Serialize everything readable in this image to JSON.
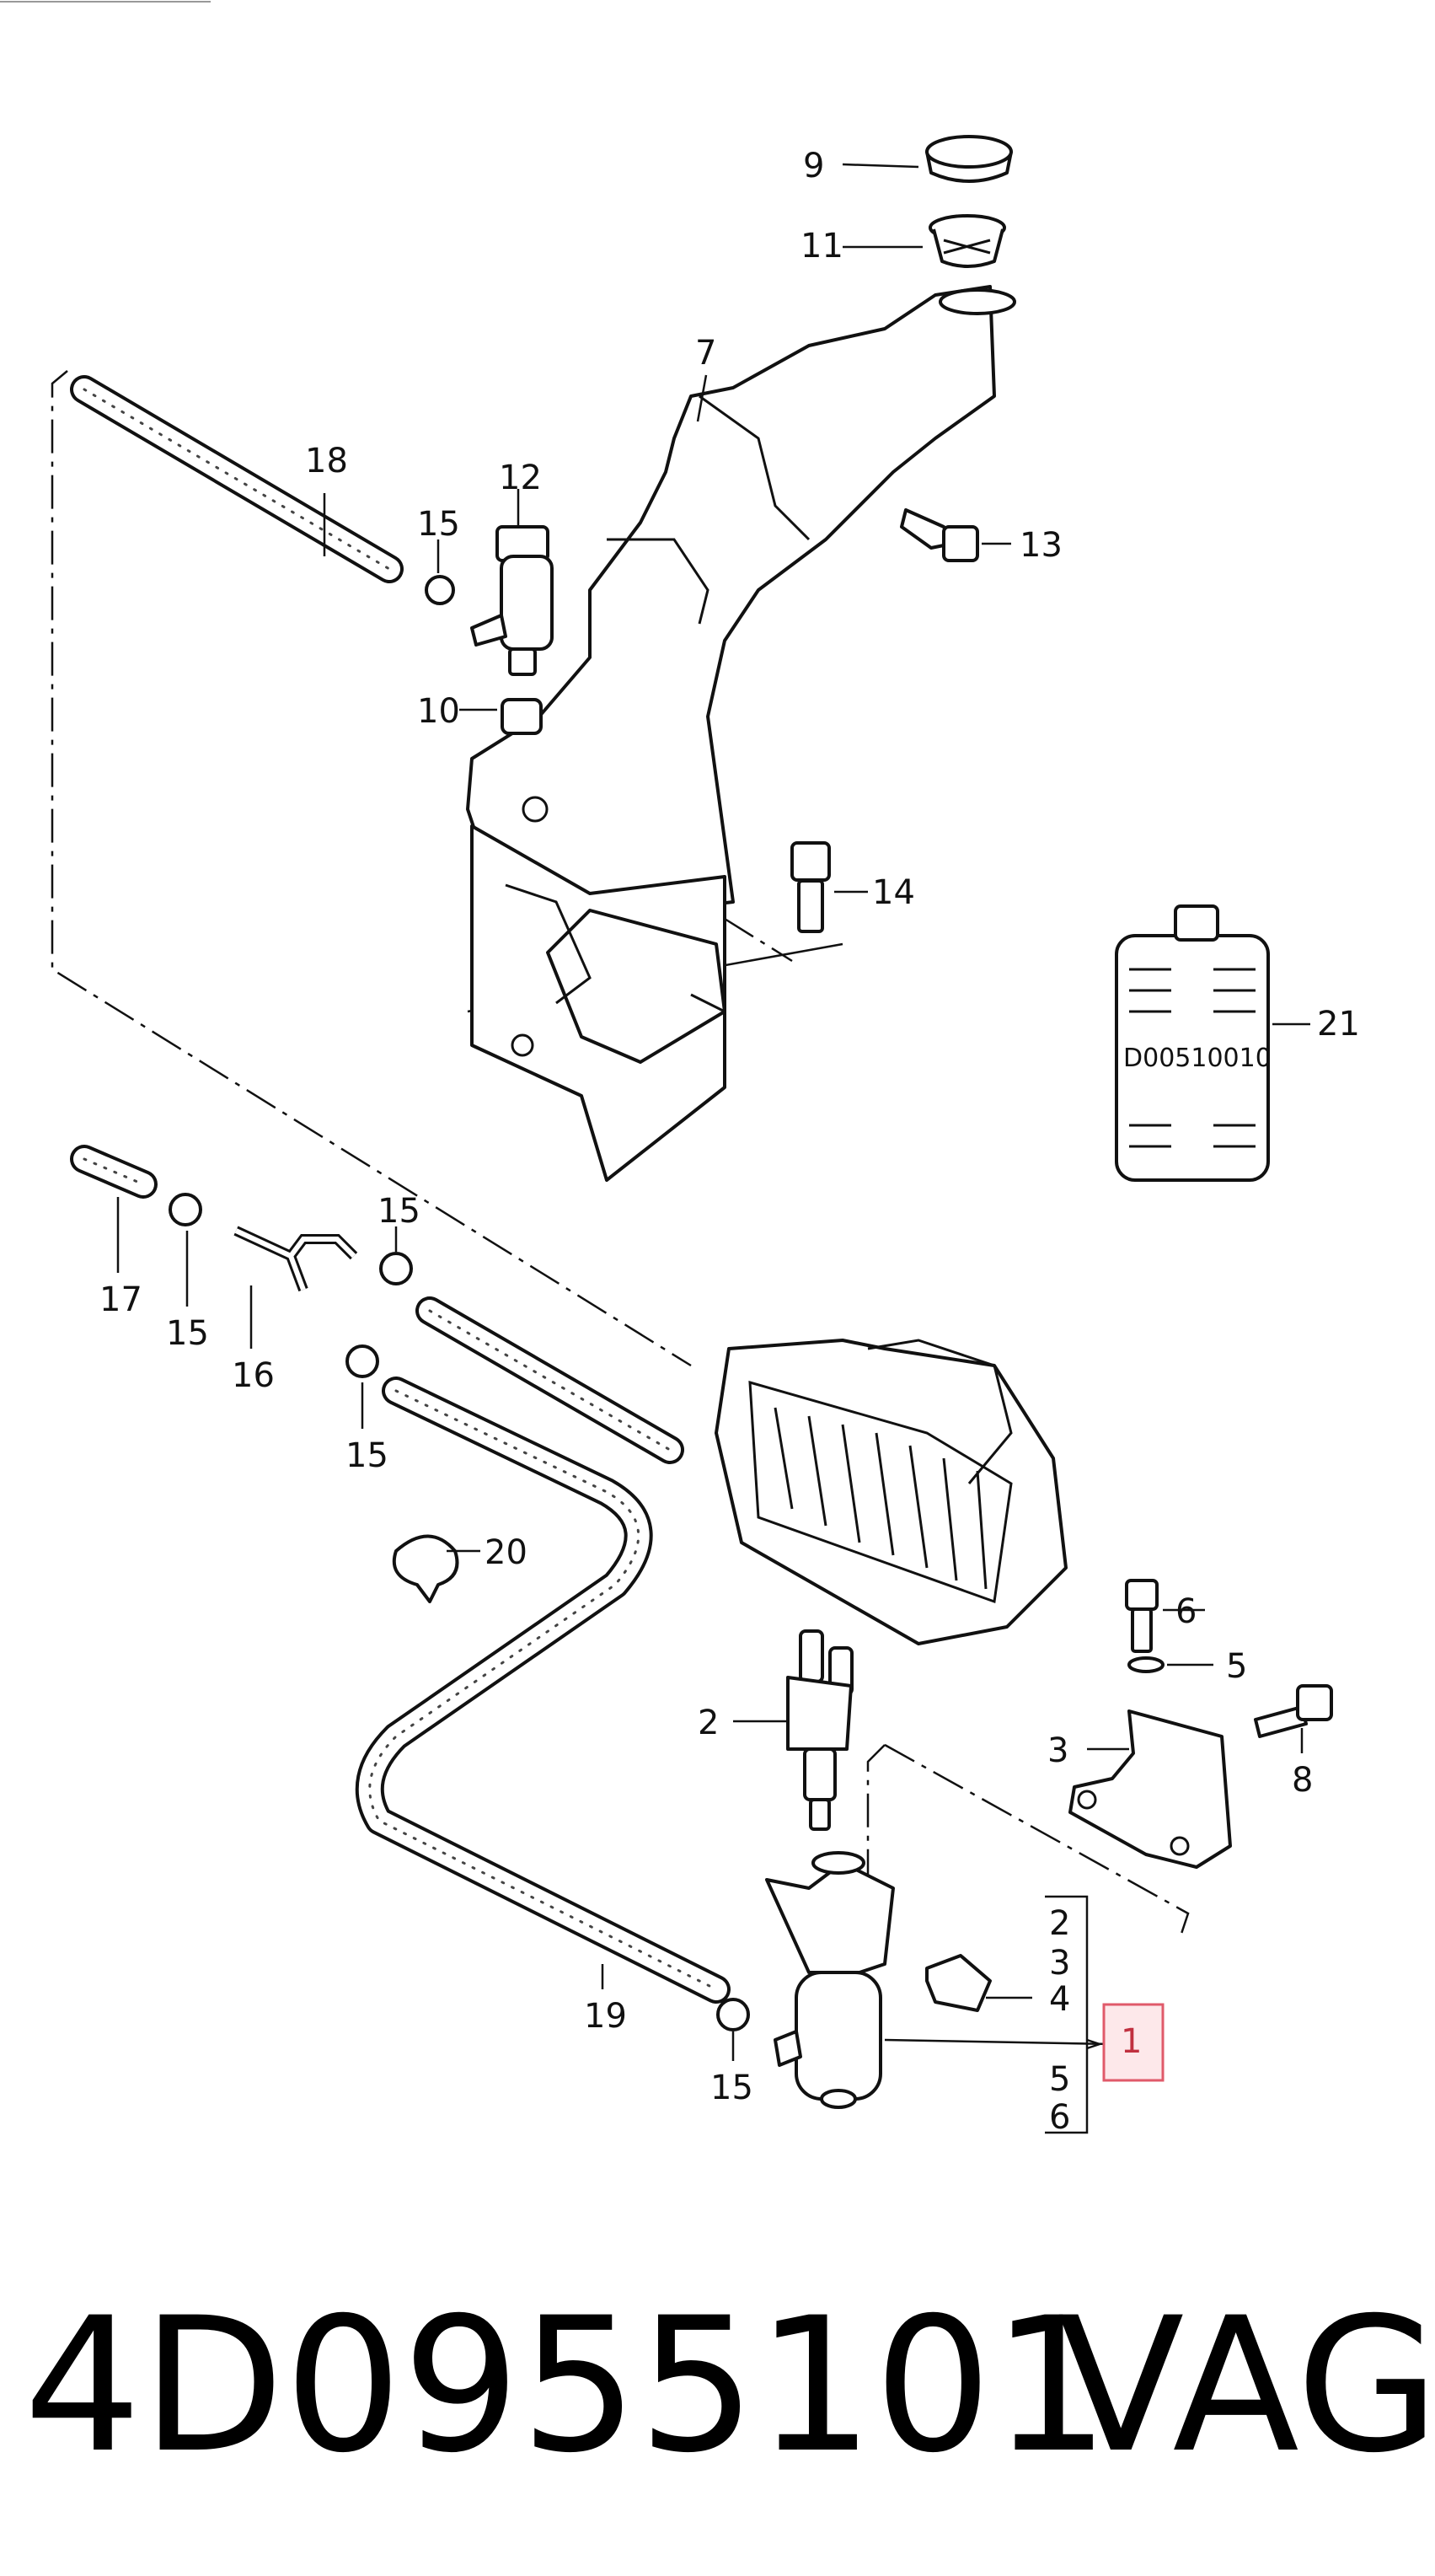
{
  "labels": {
    "l1": "1",
    "l2": "2",
    "l3": "3",
    "l4": "4",
    "l5": "5",
    "l6": "6",
    "l7": "7",
    "l8": "8",
    "l9": "9",
    "l10": "10",
    "l11": "11",
    "l12": "12",
    "l13": "13",
    "l14": "14",
    "l15a": "15",
    "l15b": "15",
    "l15c": "15",
    "l15d": "15",
    "l15e": "15",
    "l16": "16",
    "l17": "17",
    "l18": "18",
    "l19": "19",
    "l20": "20",
    "l21": "21"
  },
  "group_list": [
    "2",
    "3",
    "4",
    "5",
    "6"
  ],
  "bottle_code": "D00510010",
  "part_number": "4D0955101",
  "brand": "VAG",
  "highlight_color": "#e05a6a"
}
